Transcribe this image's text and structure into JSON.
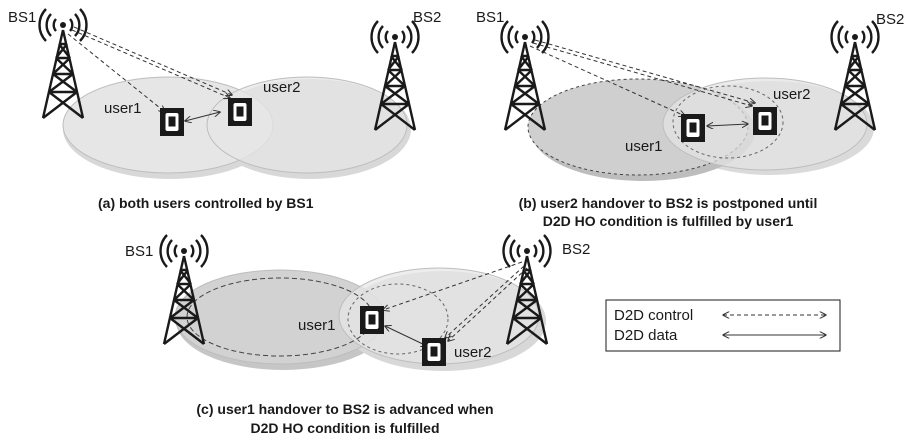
{
  "panels": {
    "a": {
      "bs1": "BS1",
      "bs2": "BS2",
      "user1": "user1",
      "user2": "user2",
      "caption": "(a) both users controlled by BS1"
    },
    "b": {
      "bs1": "BS1",
      "bs2": "BS2",
      "user1": "user1",
      "user2": "user2",
      "caption_line1": "(b) user2 handover to BS2 is postponed until",
      "caption_line2": "D2D HO condition is fulfilled by user1"
    },
    "c": {
      "bs1": "BS1",
      "bs2": "BS2",
      "user1": "user1",
      "user2": "user2",
      "caption_line1": "(c) user1 handover to BS2 is advanced when",
      "caption_line2": "D2D HO condition is fulfilled"
    }
  },
  "legend": {
    "control": "D2D control",
    "data": "D2D data"
  },
  "colors": {
    "cell_fill": "#e4e4e4",
    "cell_fill_dark": "#c9c9c9",
    "cell_shadow": "#d2d2d2",
    "line": "#333333"
  }
}
